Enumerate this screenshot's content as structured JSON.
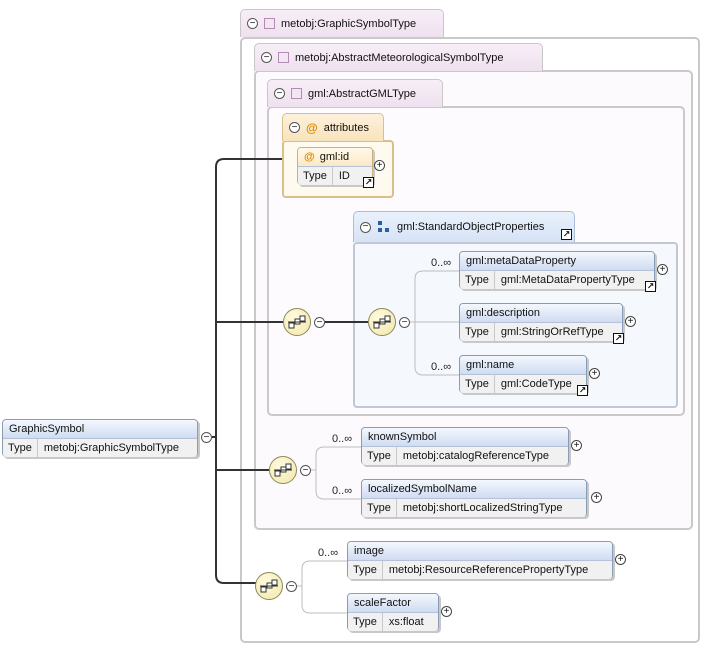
{
  "root_element": {
    "name": "GraphicSymbol",
    "type_label": "Type",
    "type_value": "metobj:GraphicSymbolType"
  },
  "types": {
    "graphic_symbol_type": "metobj:GraphicSymbolType",
    "abstract_met_symbol_type": "metobj:AbstractMeteorologicalSymbolType",
    "abstract_gml_type": "gml:AbstractGMLType"
  },
  "attributes": {
    "title": "attributes",
    "items": [
      {
        "name": "gml:id",
        "type_label": "Type",
        "type_value": "ID"
      }
    ]
  },
  "group": {
    "name": "gml:StandardObjectProperties"
  },
  "gml_elements": [
    {
      "name": "gml:metaDataProperty",
      "type_label": "Type",
      "type_value": "gml:MetaDataPropertyType",
      "cardinality": "0..∞"
    },
    {
      "name": "gml:description",
      "type_label": "Type",
      "type_value": "gml:StringOrRefType",
      "cardinality": ""
    },
    {
      "name": "gml:name",
      "type_label": "Type",
      "type_value": "gml:CodeType",
      "cardinality": "0..∞"
    }
  ],
  "met_elements": [
    {
      "name": "knownSymbol",
      "type_label": "Type",
      "type_value": "metobj:catalogReferenceType",
      "cardinality": "0..∞"
    },
    {
      "name": "localizedSymbolName",
      "type_label": "Type",
      "type_value": "metobj:shortLocalizedStringType",
      "cardinality": "0..∞"
    }
  ],
  "graphic_elements": [
    {
      "name": "image",
      "type_label": "Type",
      "type_value": "metobj:ResourceReferencePropertyType",
      "cardinality": "0..∞"
    },
    {
      "name": "scaleFactor",
      "type_label": "Type",
      "type_value": "xs:float",
      "cardinality": ""
    }
  ],
  "icons": {
    "collapse": "minus-circle-icon",
    "expand": "plus-circle-icon",
    "type": "complex-type-icon",
    "attribute": "at-sign-icon",
    "group": "group-icon",
    "sequence": "sequence-compositor-icon",
    "reference": "reference-arrow-icon"
  },
  "colors": {
    "type_header": "#efe1ef",
    "attribute_header": "#f8e3bb",
    "element_header": "#cfdcf1",
    "sequence": "#f2e6a8"
  }
}
